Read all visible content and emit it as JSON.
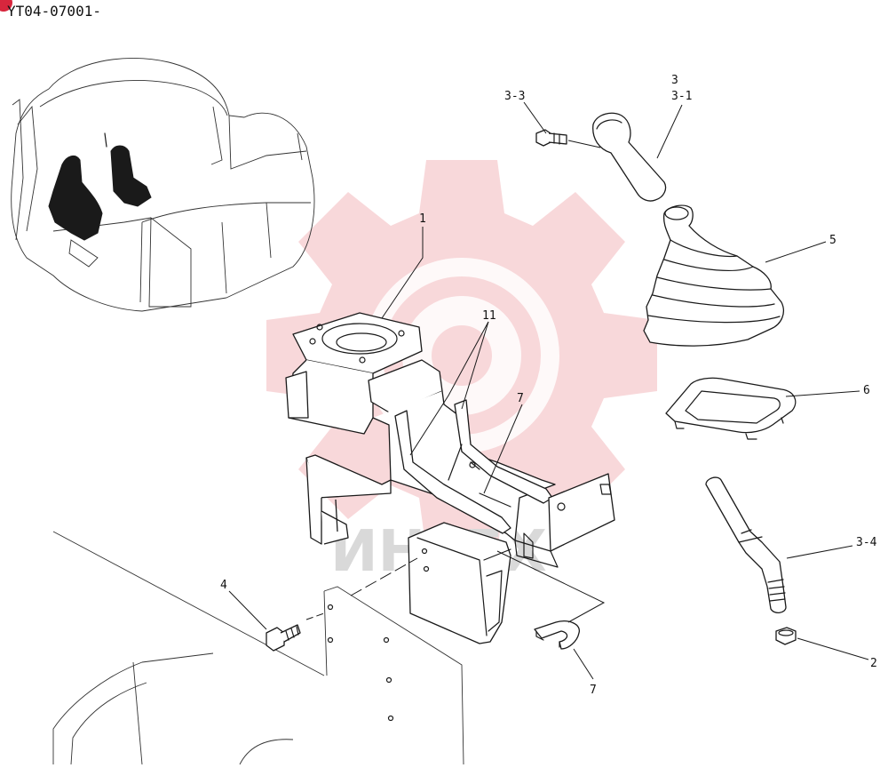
{
  "header": {
    "code": "YT04-07001-"
  },
  "watermark": {
    "text": "ИНТЕХ",
    "color": "#f4b9bd"
  },
  "callouts": [
    {
      "id": "c-1",
      "text": "1"
    },
    {
      "id": "c-2",
      "text": "2"
    },
    {
      "id": "c-3",
      "text": "3"
    },
    {
      "id": "c-3-1",
      "text": "3-1"
    },
    {
      "id": "c-3-3",
      "text": "3-3"
    },
    {
      "id": "c-3-4",
      "text": "3-4"
    },
    {
      "id": "c-4",
      "text": "4"
    },
    {
      "id": "c-5",
      "text": "5"
    },
    {
      "id": "c-6",
      "text": "6"
    },
    {
      "id": "c-7a",
      "text": "7"
    },
    {
      "id": "c-7b",
      "text": "7"
    },
    {
      "id": "c-11",
      "text": "11"
    }
  ]
}
